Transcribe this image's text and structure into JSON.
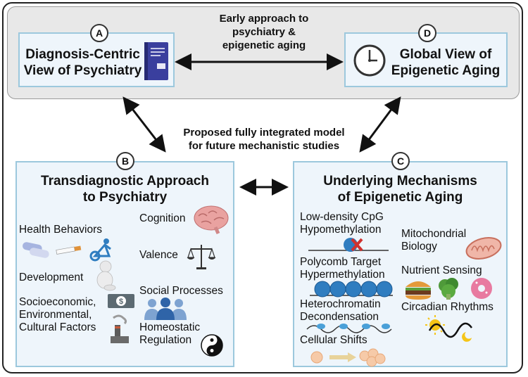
{
  "panels": {
    "a": {
      "badge": "A",
      "title_line1": "Diagnosis-Centric",
      "title_line2": "View of Psychiatry"
    },
    "d": {
      "badge": "D",
      "title_line1": "Global View of",
      "title_line2": "Epigenetic Aging"
    },
    "b": {
      "badge": "B",
      "title_line1": "Transdiagnostic Approach",
      "title_line2": "to Psychiatry"
    },
    "c": {
      "badge": "C",
      "title_line1": "Underlying Mechanisms",
      "title_line2": "of Epigenetic Aging"
    }
  },
  "top_note": {
    "line1": "Early approach to",
    "line2": "psychiatry &",
    "line3": "epigenetic aging"
  },
  "middle_note": {
    "line1": "Proposed fully integrated model",
    "line2": "for future mechanistic studies"
  },
  "psychiatry_items": {
    "health_behaviors": "Health Behaviors",
    "development": "Development",
    "socio_line1": "Socioeconomic,",
    "socio_line2": "Environmental,",
    "socio_line3": "Cultural Factors",
    "cognition": "Cognition",
    "valence": "Valence",
    "social_processes": "Social Processes",
    "homeostatic_line1": "Homeostatic",
    "homeostatic_line2": "Regulation"
  },
  "mechanism_items": {
    "cpg_line1": "Low-density CpG",
    "cpg_line2": "Hypomethylation",
    "polycomb_line1": "Polycomb Target",
    "polycomb_line2": "Hypermethylation",
    "hetero_line1": "Heterochromatin",
    "hetero_line2": "Decondensation",
    "cellular_shifts": "Cellular Shifts",
    "mito_line1": "Mitochondrial",
    "mito_line2": "Biology",
    "nutrient_sensing": "Nutrient Sensing",
    "circadian": "Circadian Rhythms"
  },
  "icons": [
    "dsm-book-icon",
    "clock-icon",
    "pills-icon",
    "cigarette-icon",
    "exercise-bike-icon",
    "baby-icon",
    "money-icon",
    "factory-icon",
    "brain-icon",
    "scales-icon",
    "people-icon",
    "yin-yang-icon",
    "dna-x-icon",
    "nucleosomes-icon",
    "chromatin-icon",
    "cell-shift-icon",
    "mitochondrion-icon",
    "food-icon",
    "sun-wave-icon"
  ],
  "colors": {
    "panel_fill": "#eef5fb",
    "panel_border": "#9cc8dd",
    "top_band": "#e8e8e8",
    "accent_blue": "#2f7dc0"
  }
}
